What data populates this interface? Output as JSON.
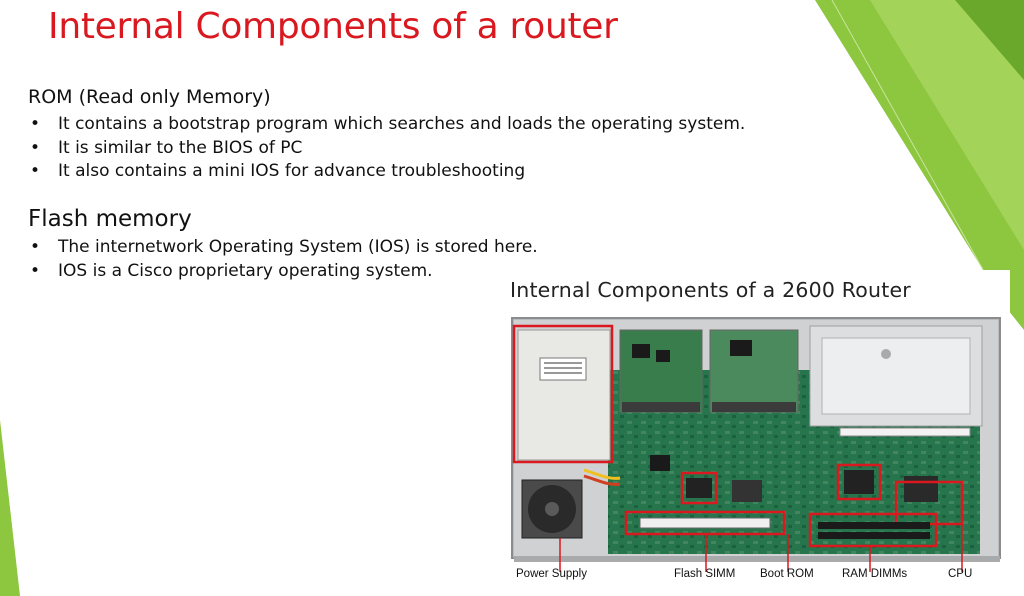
{
  "slide": {
    "title": "Internal Components of a router"
  },
  "sections": [
    {
      "heading": "ROM (Read only Memory)",
      "bullets": [
        "It contains a bootstrap program which searches and loads the operating system.",
        "It is similar to the BIOS of PC",
        "It also contains a mini IOS for advance troubleshooting"
      ]
    },
    {
      "heading": "Flash memory",
      "bullets": [
        "The internetwork Operating System (IOS) is stored here.",
        "IOS is a Cisco proprietary operating system."
      ]
    }
  ],
  "bullet_glyph": "•",
  "figure": {
    "caption": "Internal Components of a 2600 Router",
    "labels": {
      "power_supply": "Power Supply",
      "flash_simm": "Flash SIMM",
      "boot_rom": "Boot ROM",
      "ram_dimms": "RAM DIMMs",
      "cpu": "CPU"
    }
  },
  "colors": {
    "title": "#d9181f",
    "accent_green": "#8dc63f",
    "highlight_box": "#d9181f",
    "board_green": "#1f6b45"
  }
}
